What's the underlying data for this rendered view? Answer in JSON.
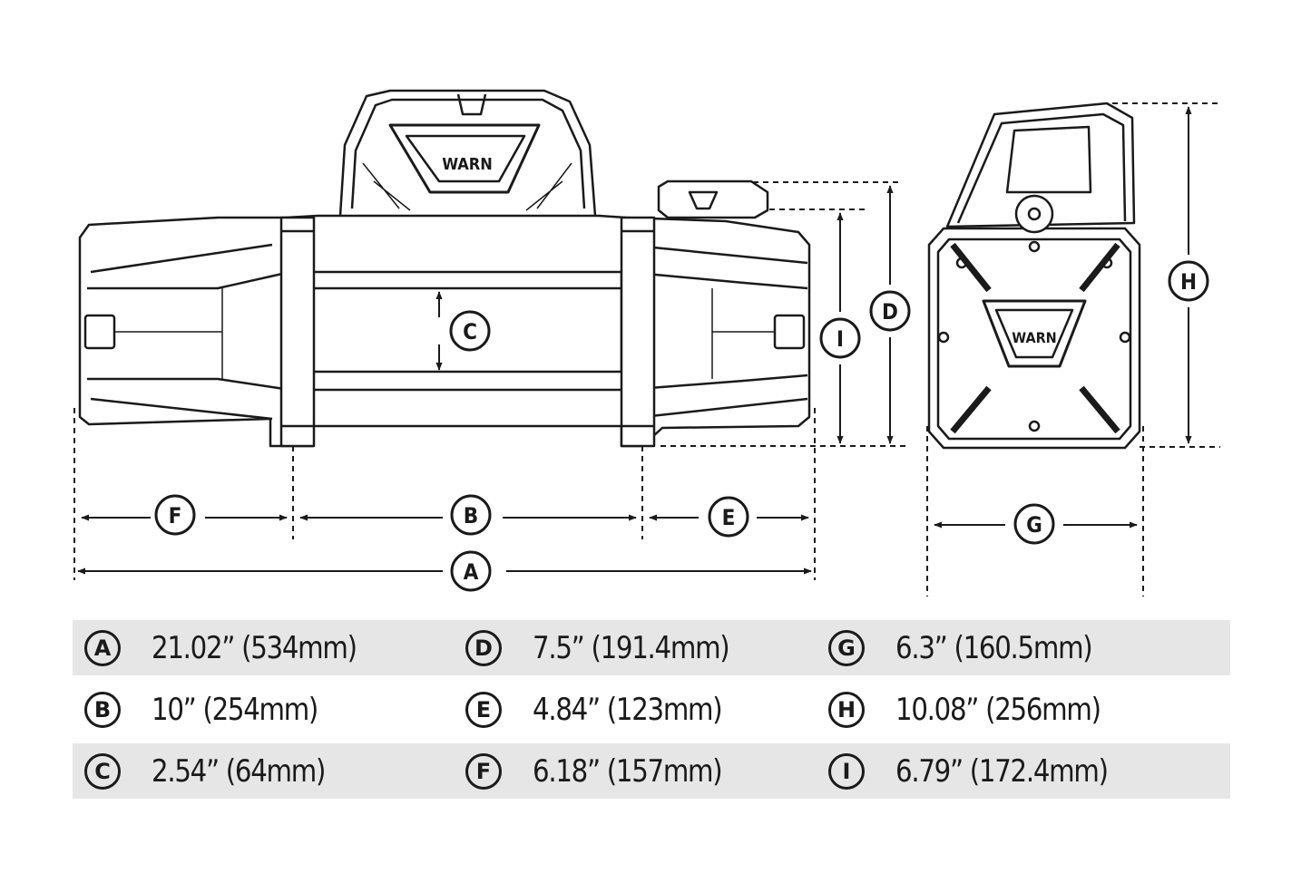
{
  "logo_text": "WARN",
  "dimensions": [
    {
      "letter": "A",
      "value": "21.02” (534mm)"
    },
    {
      "letter": "B",
      "value": "10” (254mm)"
    },
    {
      "letter": "C",
      "value": "2.54” (64mm)"
    },
    {
      "letter": "D",
      "value": "7.5” (191.4mm)"
    },
    {
      "letter": "E",
      "value": "4.84” (123mm)"
    },
    {
      "letter": "F",
      "value": "6.18” (157mm)"
    },
    {
      "letter": "G",
      "value": "6.3” (160.5mm)"
    },
    {
      "letter": "H",
      "value": "10.08” (256mm)"
    },
    {
      "letter": "I",
      "value": "6.79” (172.4mm)"
    }
  ],
  "colors": {
    "line": "#1a1a1a",
    "row_shade": "#e6e6e6"
  }
}
